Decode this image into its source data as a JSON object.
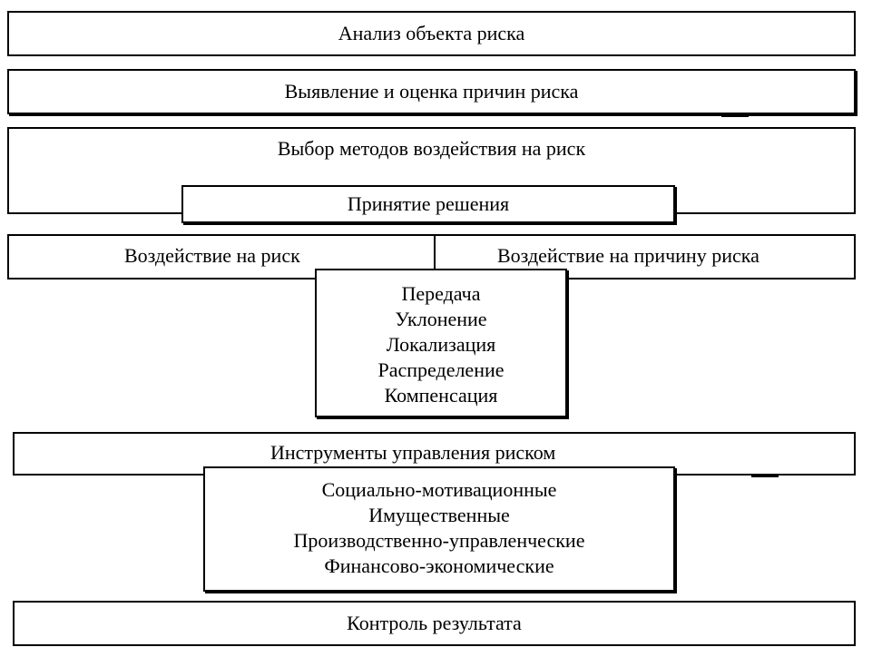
{
  "steps": {
    "analysis": "Анализ объекта риска",
    "identification": "Выявление и оценка причин риска",
    "methods": "Выбор методов воздействия на риск",
    "decision": "Принятие решения",
    "impact_on_risk": "Воздействие на риск",
    "impact_on_cause": "Воздействие на причину риска",
    "methods_list": [
      "Передача",
      "Уклонение",
      "Локализация",
      "Распределение",
      "Компенсация"
    ],
    "tools": "Инструменты управления риском",
    "tools_list": [
      "Социально-мотивационные",
      "Имущественные",
      "Производственно-управленческие",
      "Финансово-экономические"
    ],
    "control": "Контроль результата"
  }
}
